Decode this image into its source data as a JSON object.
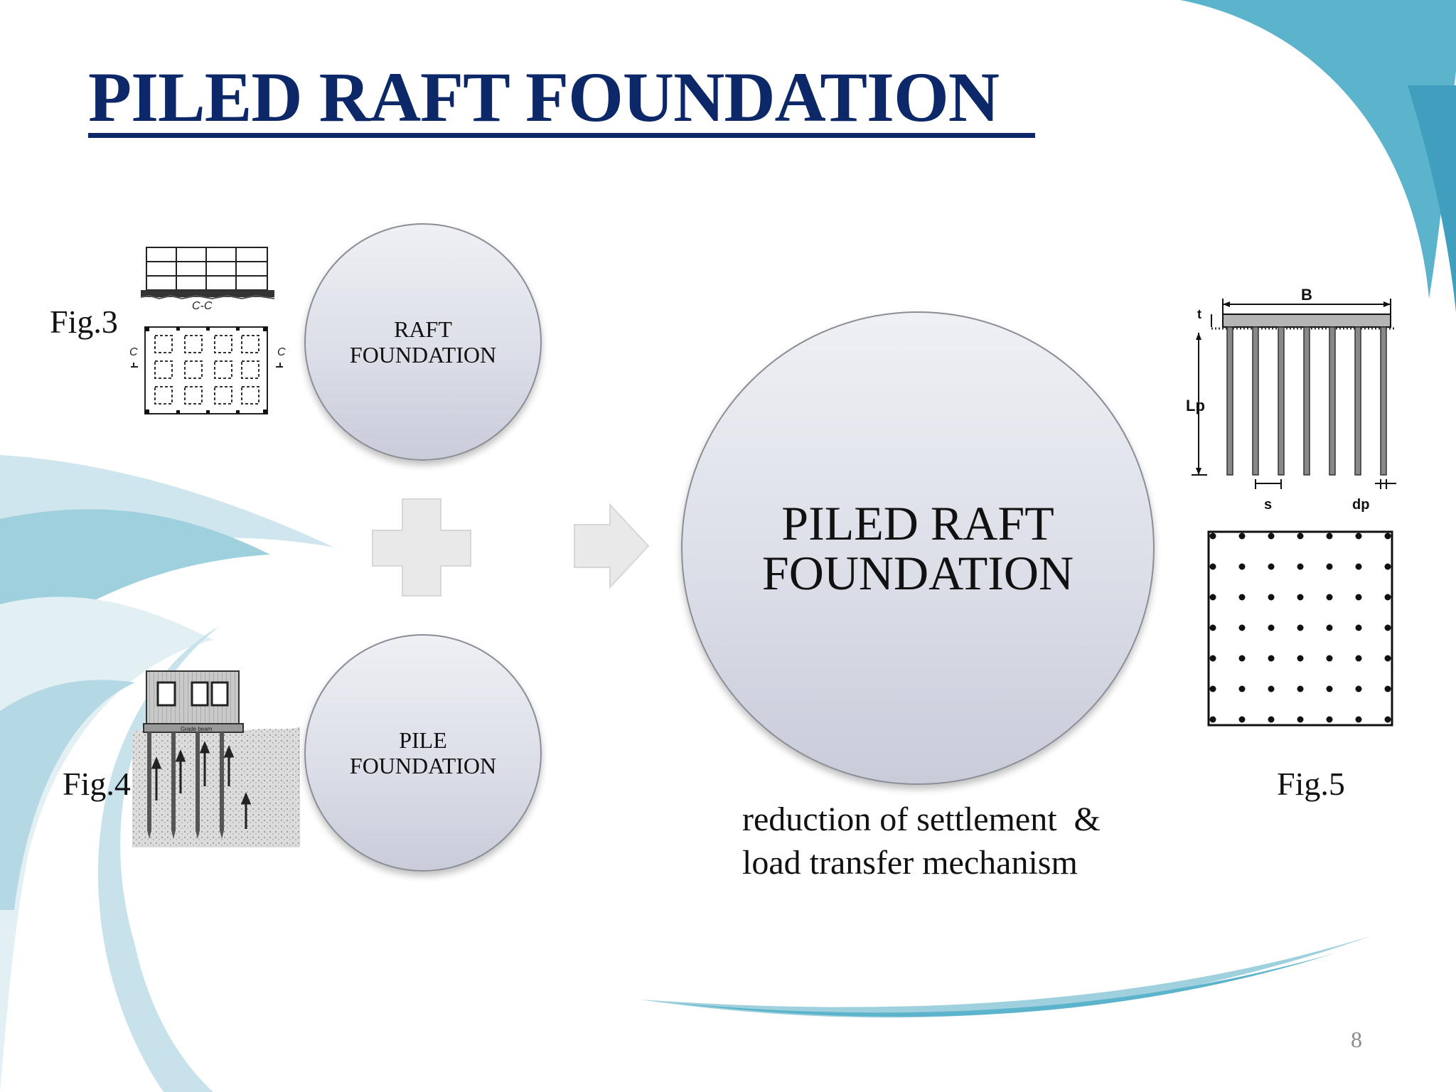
{
  "slide": {
    "title": "PILED RAFT FOUNDATION",
    "page_number": "8",
    "colors": {
      "title": "#0c2868",
      "swoosh_teal": "#5bb3cc",
      "swoosh_light": "#cfe6ee",
      "circle_fill": "#dcdee8",
      "plus_arrow": "#e8e8e8"
    }
  },
  "diagram": {
    "input_nodes": [
      {
        "label": "RAFT FOUNDATION"
      },
      {
        "label": "PILE FOUNDATION"
      }
    ],
    "operator_icon": "plus-icon",
    "transition_icon": "right-arrow-icon",
    "output_node": {
      "label": "PILED RAFT FOUNDATION"
    }
  },
  "figures": {
    "fig3": {
      "label": "Fig.3",
      "section_label": "C-C",
      "cut_mark": "C"
    },
    "fig4": {
      "label": "Fig.4",
      "beam_label": "Grade beam"
    },
    "fig5": {
      "label": "Fig.5",
      "dim_width": "B",
      "dim_thickness": "t",
      "dim_length": "Lp",
      "dim_spacing": "s",
      "dim_diameter": "dp"
    }
  },
  "caption": {
    "line1": "reduction of settlement  &",
    "line2": "load transfer mechanism"
  }
}
